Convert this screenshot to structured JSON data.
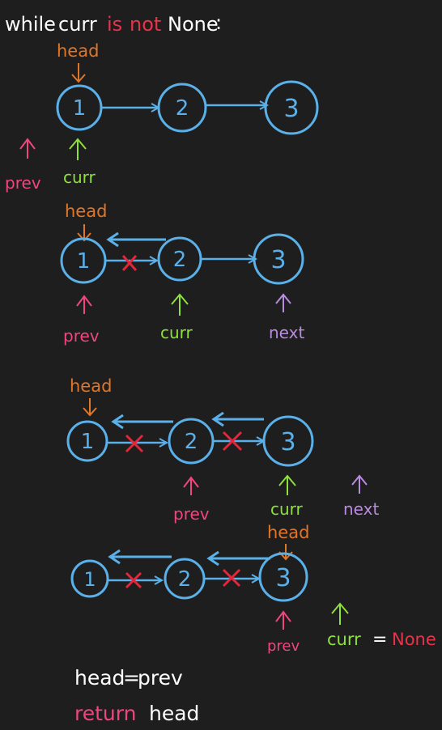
{
  "colors": {
    "background": "#1e1e1e",
    "text": "#ffffff",
    "keyword": "#e8334a",
    "head": "#e0762a",
    "prev": "#f0457f",
    "curr": "#8ee03a",
    "next": "#b98be0",
    "node": "#5ab0e8",
    "cross": "#e3263a"
  },
  "header": {
    "w1": "while",
    "w2": "curr",
    "w3": "is",
    "w4": "not",
    "w5": "None",
    "colon": ":"
  },
  "labels": {
    "head": "head",
    "prev": "prev",
    "curr": "curr",
    "next": "next",
    "none": "None",
    "eq": "="
  },
  "nodes": [
    "1",
    "2",
    "3"
  ],
  "footer": {
    "assign_lhs": "head",
    "assign_eq": "=",
    "assign_rhs": "prev",
    "return_kw": "return",
    "return_val": "head"
  }
}
